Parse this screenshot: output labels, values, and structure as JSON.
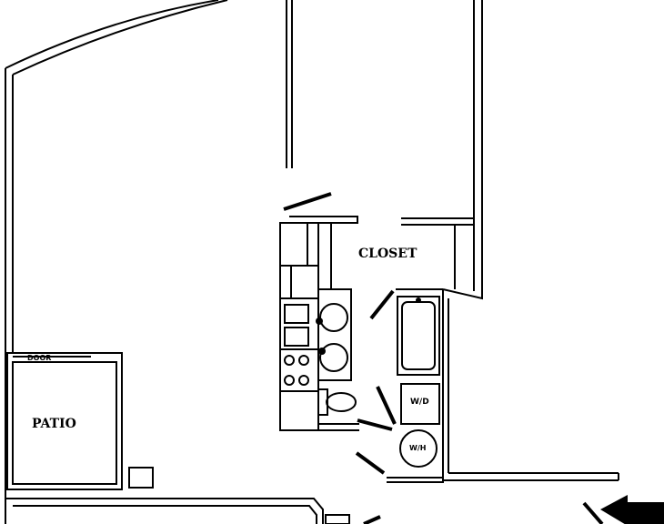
{
  "labels": {
    "closet": "CLOSET",
    "patio": "PATIO",
    "door": "DOOR",
    "washer_dryer": "W/D",
    "water_heater": "W/H"
  },
  "colors": {
    "line": "#000000",
    "background": "#ffffff"
  },
  "icons": [
    "entry-arrow-icon",
    "sink-icon",
    "stove-burner-icon",
    "toilet-icon",
    "bathtub-icon"
  ]
}
